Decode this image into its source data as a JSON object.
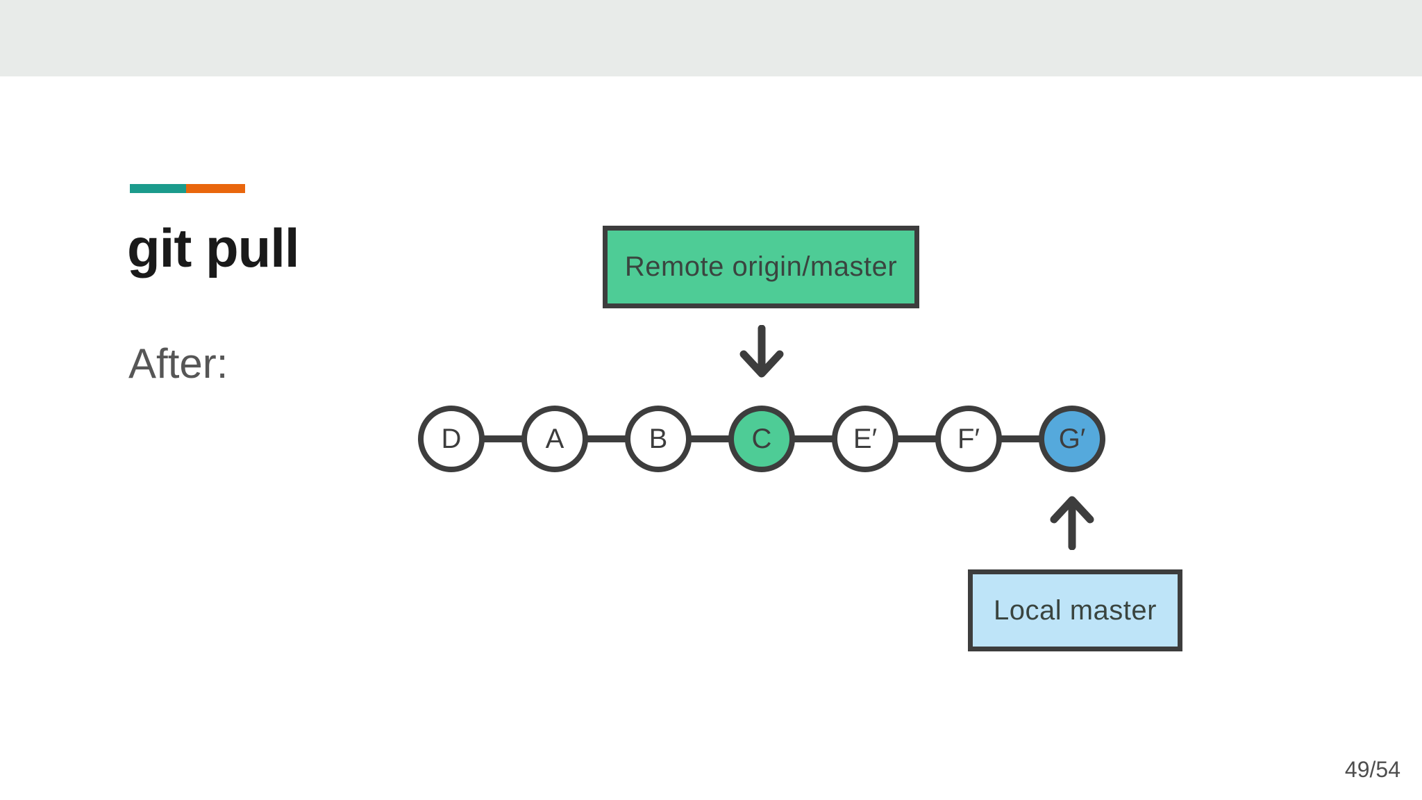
{
  "slide": {
    "title": "git pull",
    "subtitle": "After:",
    "page_indicator": "49/54"
  },
  "accent": {
    "teal": "#1B9B8C",
    "orange": "#E9660D"
  },
  "diagram": {
    "remote_label": "Remote origin/master",
    "local_label": "Local master",
    "commits": [
      {
        "label": "D",
        "fill": "#FFFFFF"
      },
      {
        "label": "A",
        "fill": "#FFFFFF"
      },
      {
        "label": "B",
        "fill": "#FFFFFF"
      },
      {
        "label": "C",
        "fill": "#4ECC96"
      },
      {
        "label": "E′",
        "fill": "#FFFFFF"
      },
      {
        "label": "F′",
        "fill": "#FFFFFF"
      },
      {
        "label": "G′",
        "fill": "#55A9DC"
      }
    ],
    "colors": {
      "outline": "#3D3D3D",
      "remote_fill": "#4ECC96",
      "local_fill": "#BEE4F8",
      "header_bar": "#E8EBE9"
    }
  }
}
